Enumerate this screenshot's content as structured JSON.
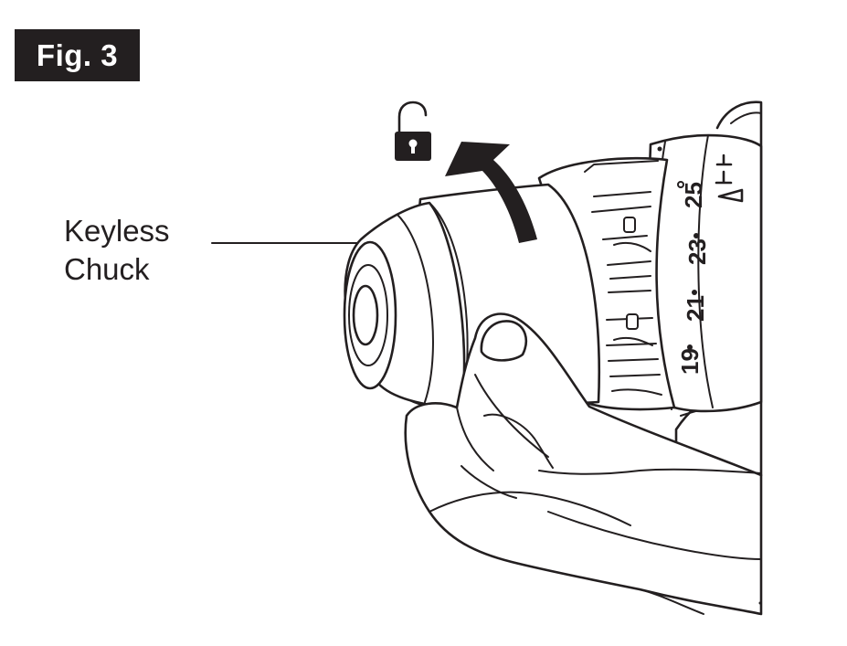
{
  "figure": {
    "label": "Fig. 3"
  },
  "callout": {
    "line1": "Keyless",
    "line2": "Chuck"
  },
  "clutch_scale": {
    "numbers": [
      "19",
      "21",
      "23",
      "25"
    ]
  },
  "icons": {
    "lock_state": "unlocked-padlock-icon",
    "rotation": "curved-arrow-icon"
  },
  "colors": {
    "ink": "#231f20",
    "background": "#ffffff"
  }
}
